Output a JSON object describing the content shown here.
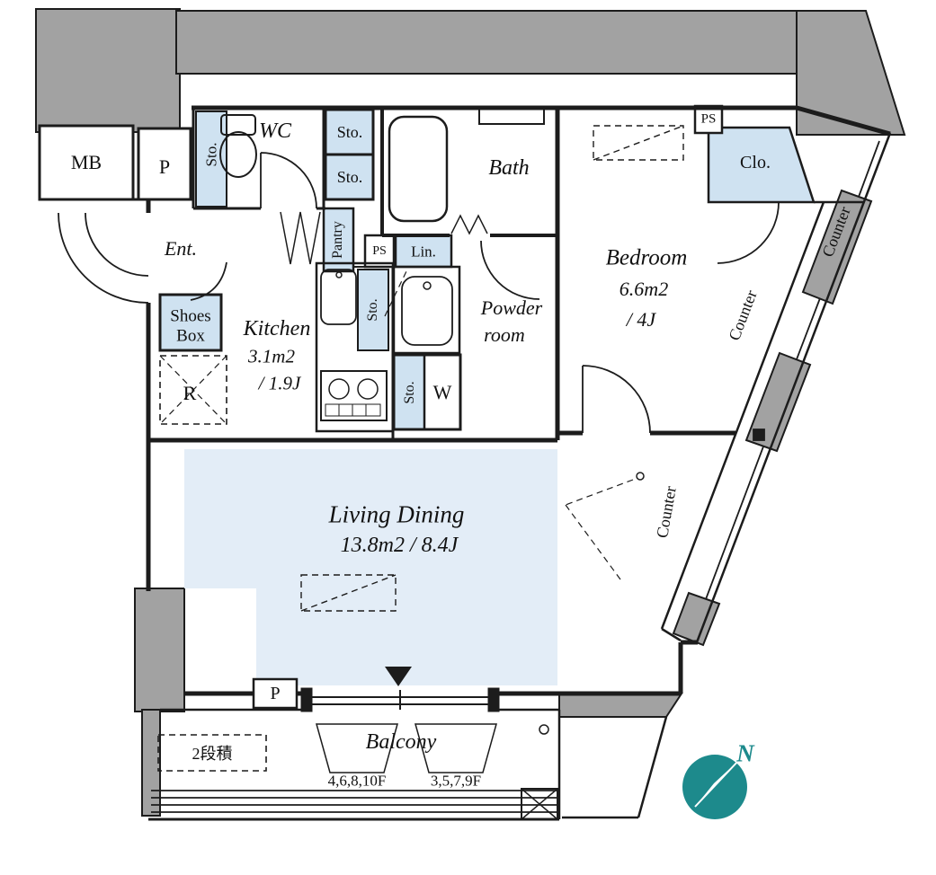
{
  "colors": {
    "wall_gray": "#a2a2a2",
    "light_blue": "#cfe2f1",
    "floor_blue": "#e3edf7",
    "line": "#1c1c1c",
    "teal": "#1d8a8c"
  },
  "rooms": {
    "mb": "MB",
    "pipe_shaft_top": "P",
    "wc": "WC",
    "bath": "Bath",
    "entrance": "Ent.",
    "bedroom": {
      "name": "Bedroom",
      "area": "6.6m2",
      "tatami": "/ 4J"
    },
    "kitchen": {
      "name": "Kitchen",
      "area": "3.1m2",
      "tatami": "/ 1.9J"
    },
    "powder_room": {
      "line1": "Powder",
      "line2": "room"
    },
    "living_dining": {
      "name": "Living Dining",
      "area": "13.8m2 / 8.4J"
    },
    "balcony": "Balcony"
  },
  "storage": {
    "wc_storage": "Sto.",
    "hall_upper": "Sto.",
    "hall_lower": "Sto.",
    "pantry": "Pantry",
    "linen": "Lin.",
    "closet": "Clo.",
    "kitchen_storage": "Sto.",
    "laundry_storage": "Sto.",
    "shoes_box": {
      "line1": "Shoes",
      "line2": "Box"
    }
  },
  "utilities": {
    "ps_top": "PS",
    "ps_hall": "PS",
    "washer": "W",
    "refrigerator": "R",
    "pipe_balcony": "P"
  },
  "counters": {
    "bedroom_upper": "Counter",
    "bedroom_lower": "Counter",
    "living": "Counter"
  },
  "balcony_notes": {
    "stacked": "2段積",
    "floors_left": "4,6,8,10F",
    "floors_right": "3,5,7,9F"
  },
  "compass": {
    "north": "N"
  }
}
